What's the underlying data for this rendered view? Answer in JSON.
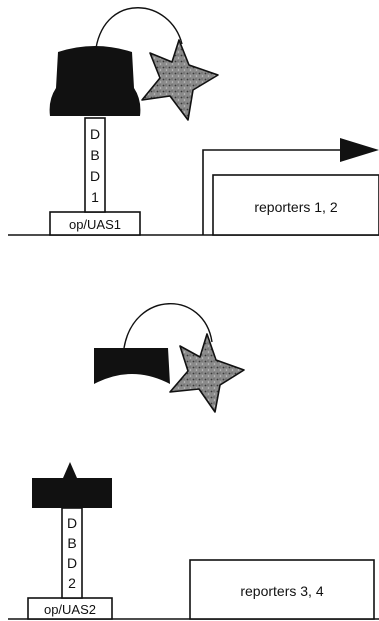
{
  "panel1": {
    "column_letters": [
      "D",
      "B",
      "D",
      "1"
    ],
    "base_label": "op/UAS1",
    "reporter_box_label": "reporters 1, 2"
  },
  "panel2": {
    "column_letters": [
      "D",
      "B",
      "D",
      "2"
    ],
    "base_label": "op/UAS2",
    "reporter_box_label": "reporters 3, 4"
  },
  "colors": {
    "ink": "#111111",
    "star_fill": "#7d7d7d",
    "background": "#ffffff"
  }
}
